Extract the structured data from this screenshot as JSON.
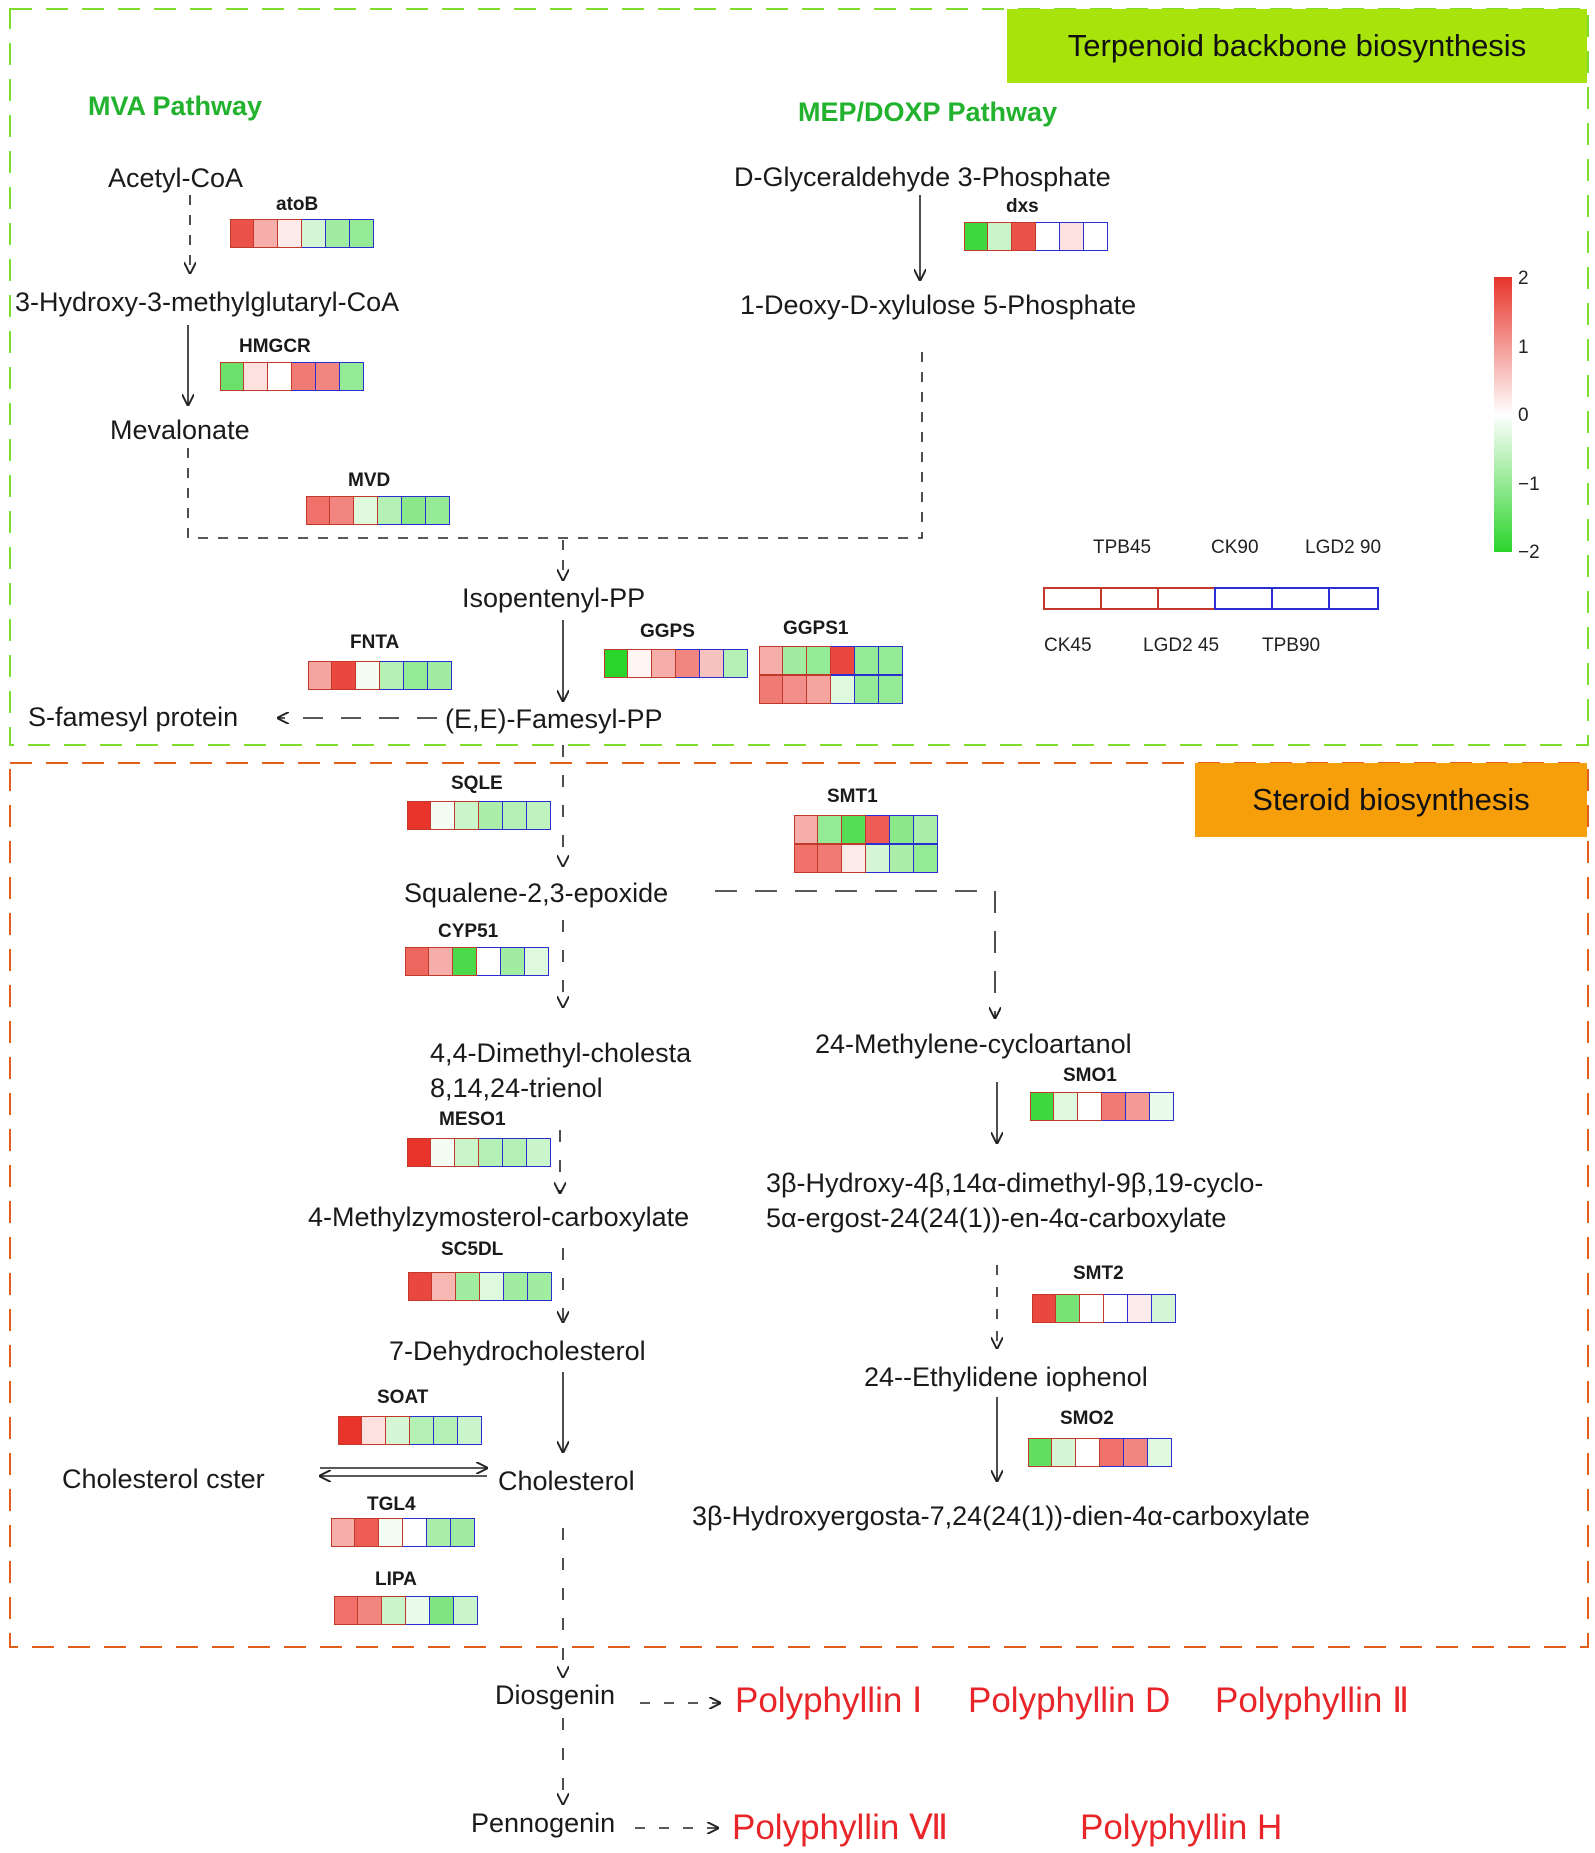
{
  "colors": {
    "terpenoid_border": "#7fdc2a",
    "terpenoid_banner": "#a8e40c",
    "steroid_border": "#e0601a",
    "steroid_banner": "#f79e0b",
    "pathway_label": "#22b22e",
    "product_text": "#e8262a",
    "red_group_border": "#c0392b",
    "blue_group_border": "#2b2fd0",
    "scale_high": "#e8342a",
    "scale_mid": "#ffffff",
    "scale_low": "#2bd42b"
  },
  "sections": {
    "terpenoid_title": "Terpenoid backbone biosynthesis",
    "steroid_title": "Steroid biosynthesis"
  },
  "pathway_labels": {
    "mva": "MVA Pathway",
    "mep": "MEP/DOXP Pathway"
  },
  "metabolites": {
    "acetyl_coa": "Acetyl-CoA",
    "hmg_coa": "3-Hydroxy-3-methylglutaryl-CoA",
    "mevalonate": "Mevalonate",
    "gap": "D-Glyceraldehyde 3-Phosphate",
    "dxp": "1-Deoxy-D-xylulose 5-Phosphate",
    "ipp": "Isopentenyl-PP",
    "fpp": "(E,E)-Famesyl-PP",
    "s_farnesyl": "S-famesyl protein",
    "squalene_epoxide": "Squalene-2,3-epoxide",
    "dimethyl_cholesta_1": "4,4-Dimethyl-cholesta",
    "dimethyl_cholesta_2": "8,14,24-trienol",
    "methylzymosterol": "4-Methylzymosterol-carboxylate",
    "dehydrocholesterol": "7-Dehydrocholesterol",
    "cholesterol_ester": "Cholesterol cster",
    "cholesterol": "Cholesterol",
    "methylene_cycloartanol": "24-Methylene-cycloartanol",
    "hydroxy_dimethyl_1": "3β-Hydroxy-4β,14α-dimethyl-9β,19-cyclo-",
    "hydroxy_dimethyl_2": "5α-ergost-24(24(1))-en-4α-carboxylate",
    "ethylidene_lophenol": "24--Ethylidene iophenol",
    "hydroxyergosta": "3β-Hydroxyergosta-7,24(24(1))-dien-4α-carboxylate",
    "diosgenin": "Diosgenin",
    "pennogenin": "Pennogenin"
  },
  "products": {
    "p1": "Polyphyllin Ⅰ",
    "pD": "Polyphyllin D",
    "p2": "Polyphyllin Ⅱ",
    "p7": "Polyphyllin Ⅶ",
    "pH": "Polyphyllin H"
  },
  "legend": {
    "scale_ticks": [
      "2",
      "1",
      "0",
      "−1",
      "−2"
    ],
    "samples_top": [
      "TPB45",
      "CK90",
      "LGD2 90"
    ],
    "samples_bottom": [
      "CK45",
      "LGD2 45",
      "TPB90"
    ]
  },
  "genes": [
    {
      "id": "atob",
      "label": "atoB",
      "rows": [
        [
          1.7,
          0.8,
          0.2,
          -0.4,
          -0.9,
          -1.0
        ]
      ]
    },
    {
      "id": "dxs",
      "label": "dxs",
      "rows": [
        [
          -1.8,
          -0.5,
          1.7,
          0.0,
          0.3,
          0.0
        ]
      ]
    },
    {
      "id": "hmgcr",
      "label": "HMGCR",
      "rows": [
        [
          -1.4,
          0.3,
          0.0,
          1.3,
          1.2,
          -1.0
        ]
      ]
    },
    {
      "id": "mvd",
      "label": "MVD",
      "rows": [
        [
          1.4,
          1.2,
          -0.3,
          -0.7,
          -1.1,
          -1.0
        ]
      ]
    },
    {
      "id": "fnta",
      "label": "FNTA",
      "rows": [
        [
          0.9,
          1.8,
          -0.1,
          -0.7,
          -1.0,
          -0.9
        ]
      ]
    },
    {
      "id": "ggps",
      "label": "GGPS",
      "rows": [
        [
          -2.0,
          0.1,
          0.8,
          1.2,
          0.6,
          -0.7
        ]
      ]
    },
    {
      "id": "ggps1",
      "label": "GGPS1",
      "rows": [
        [
          0.8,
          -0.9,
          -1.0,
          1.8,
          -1.0,
          -1.0
        ],
        [
          1.3,
          1.1,
          0.9,
          -0.3,
          -1.0,
          -1.0
        ]
      ]
    },
    {
      "id": "sqle",
      "label": "SQLE",
      "rows": [
        [
          2.0,
          -0.1,
          -0.5,
          -0.8,
          -0.7,
          -0.6
        ]
      ]
    },
    {
      "id": "smt1",
      "label": "SMT1",
      "rows": [
        [
          0.8,
          -1.0,
          -1.6,
          1.6,
          -1.1,
          -0.8
        ],
        [
          1.4,
          1.3,
          0.2,
          -0.4,
          -0.8,
          -1.0
        ]
      ]
    },
    {
      "id": "cyp51",
      "label": "CYP51",
      "rows": [
        [
          1.5,
          0.8,
          -1.7,
          0.0,
          -0.9,
          -0.3
        ]
      ]
    },
    {
      "id": "meso1",
      "label": "MESO1",
      "rows": [
        [
          2.0,
          -0.1,
          -0.5,
          -0.7,
          -0.7,
          -0.5
        ]
      ]
    },
    {
      "id": "sc5dl",
      "label": "SC5DL",
      "rows": [
        [
          1.8,
          0.7,
          -0.9,
          -0.3,
          -0.9,
          -0.9
        ]
      ]
    },
    {
      "id": "smo1",
      "label": "SMO1",
      "rows": [
        [
          -1.8,
          -0.3,
          0.0,
          1.3,
          1.0,
          -0.2
        ]
      ]
    },
    {
      "id": "smt2",
      "label": "SMT2",
      "rows": [
        [
          1.8,
          -1.3,
          0.0,
          0.0,
          0.2,
          -0.4
        ]
      ]
    },
    {
      "id": "soat",
      "label": "SOAT",
      "rows": [
        [
          2.0,
          0.3,
          -0.4,
          -0.7,
          -0.7,
          -0.5
        ]
      ]
    },
    {
      "id": "smo2",
      "label": "SMO2",
      "rows": [
        [
          -1.5,
          -0.4,
          0.0,
          1.4,
          1.2,
          -0.3
        ]
      ]
    },
    {
      "id": "tgl4",
      "label": "TGL4",
      "rows": [
        [
          0.8,
          1.6,
          -0.1,
          0.0,
          -0.8,
          -0.9
        ]
      ]
    },
    {
      "id": "lipa",
      "label": "LIPA",
      "rows": [
        [
          1.4,
          1.2,
          -0.5,
          -0.2,
          -1.2,
          -0.5
        ]
      ]
    }
  ]
}
